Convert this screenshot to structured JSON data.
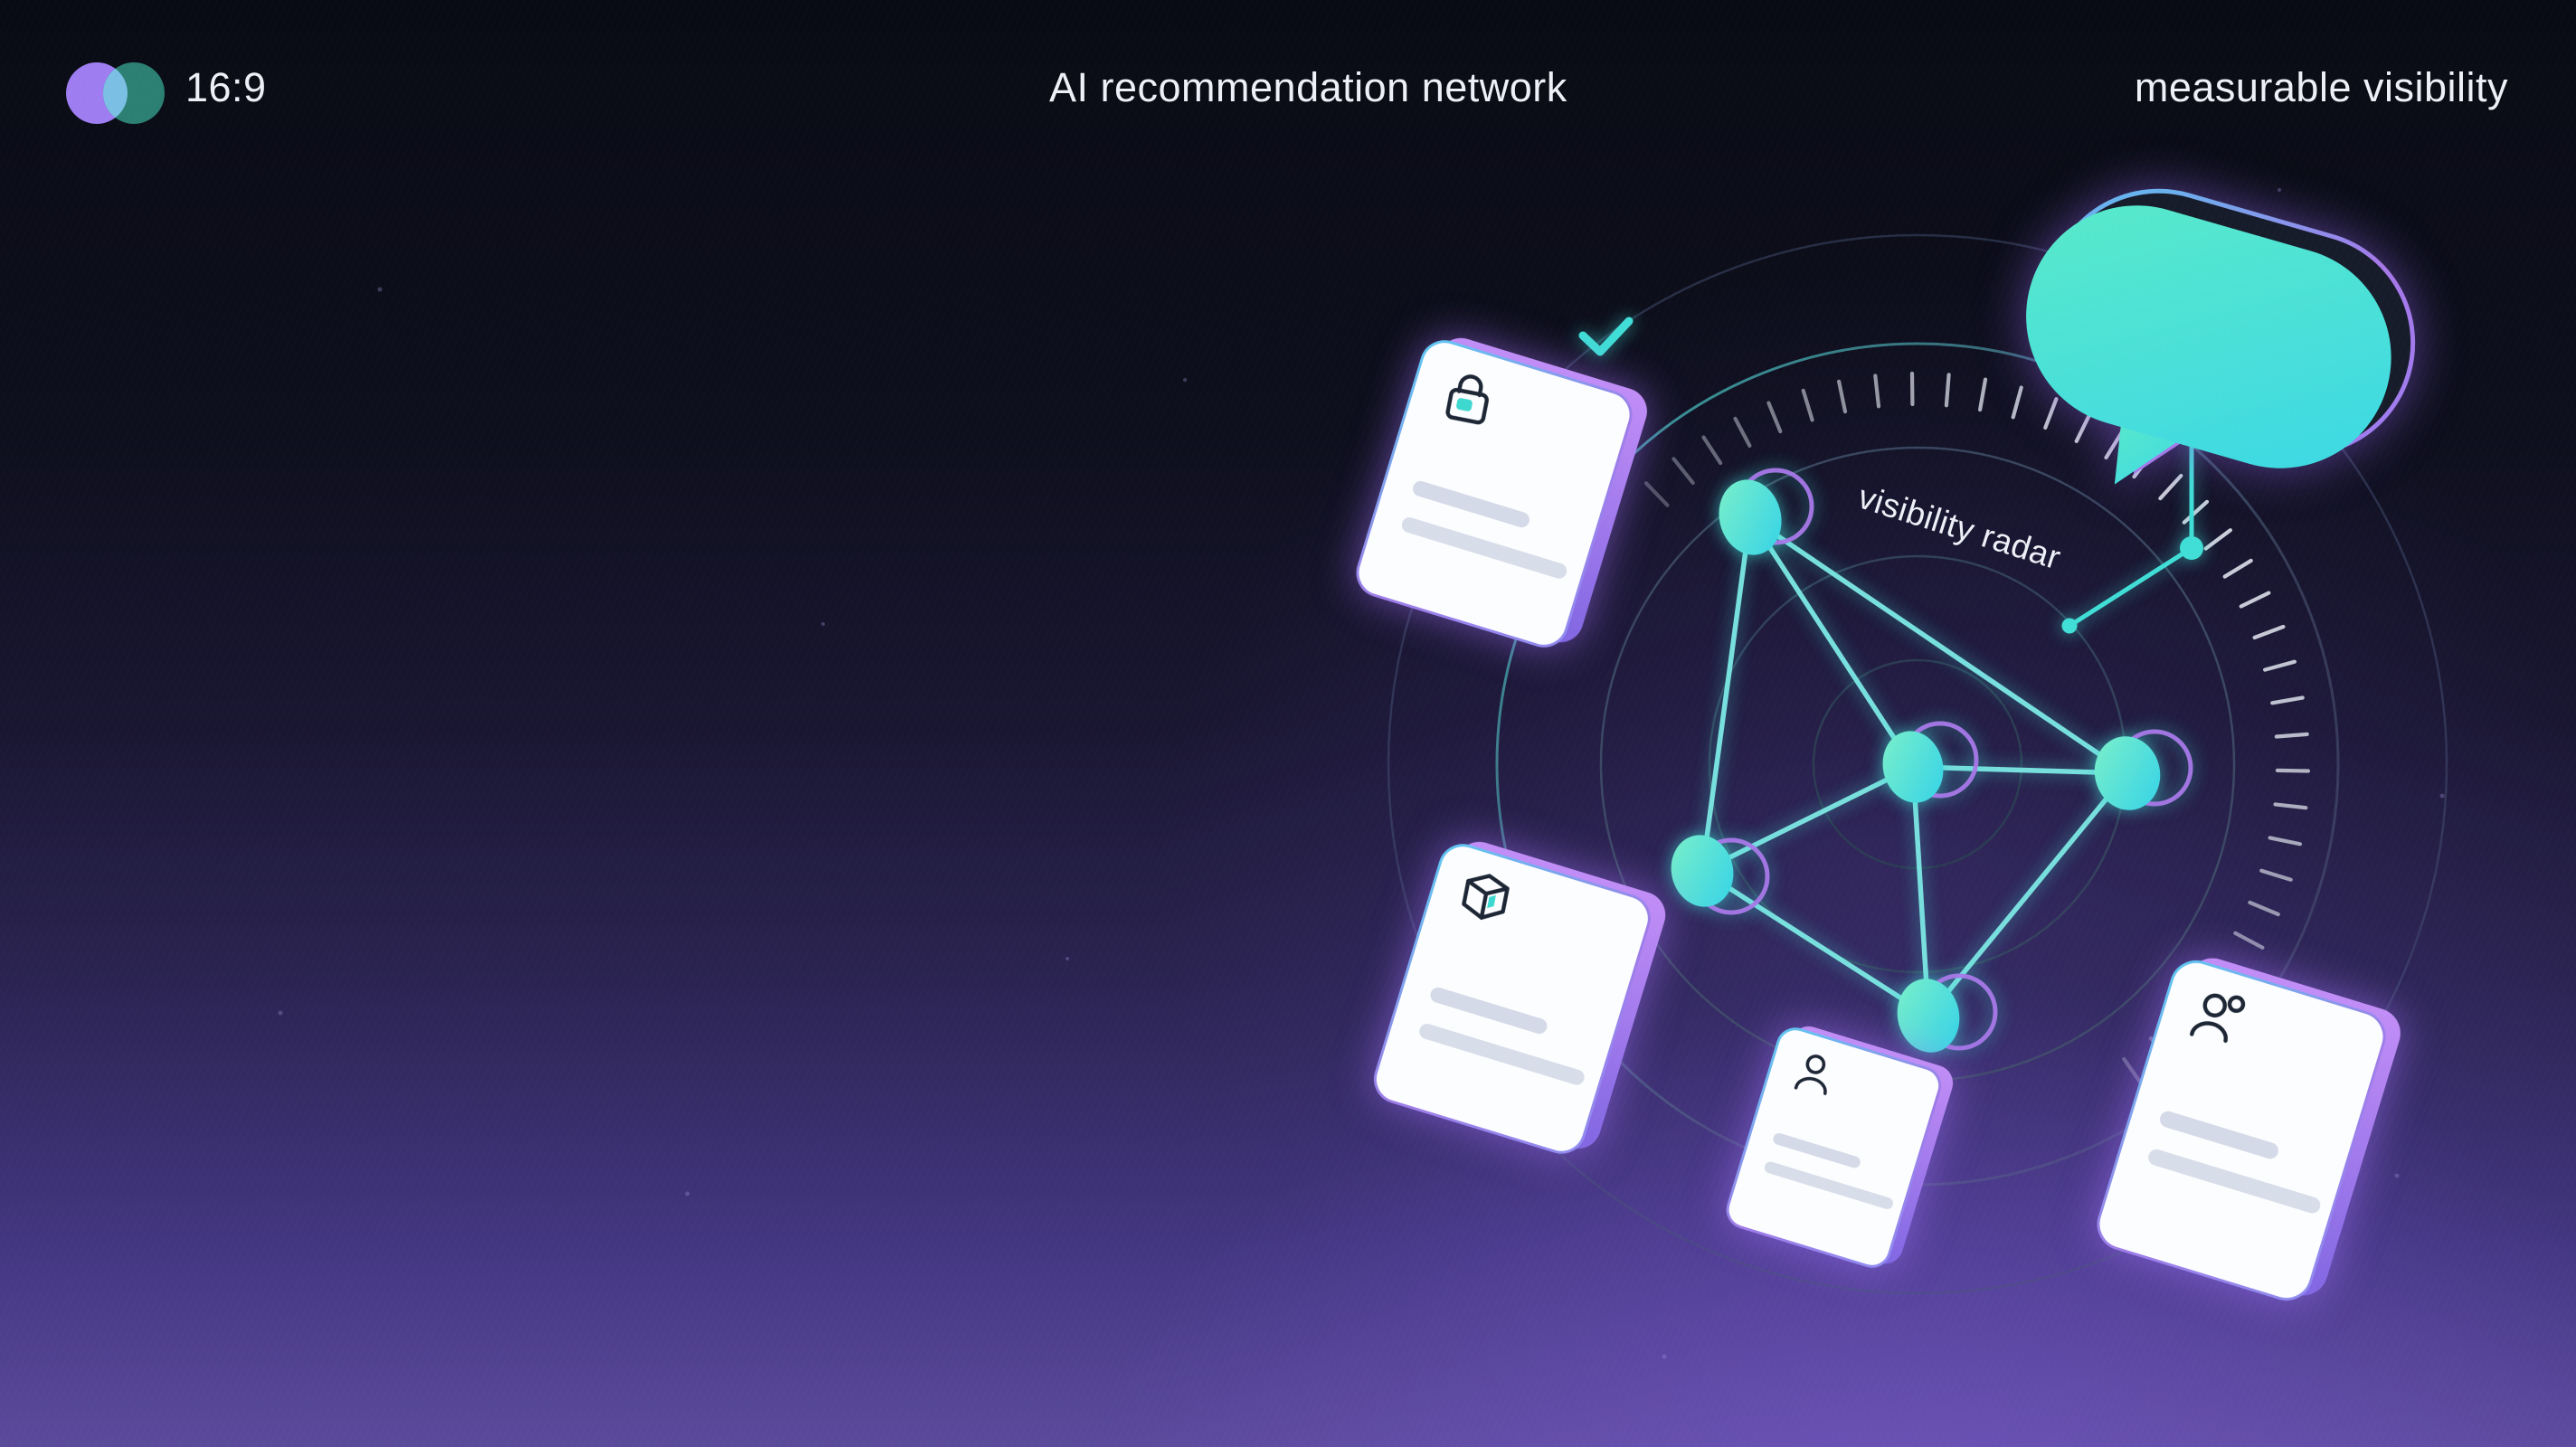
{
  "header": {
    "ratio_label": "16:9",
    "title": "AI recommendation network",
    "tagline": "measurable visibility"
  },
  "illustration": {
    "radar_label": "visibility radar",
    "icons": [
      "logo-venn-icon",
      "check-icon",
      "lock-icon",
      "package-icon",
      "user-icon",
      "user-add-icon",
      "speech-bubble-icon"
    ],
    "cards": [
      {
        "icon": "lock-icon",
        "text_lines": 2
      },
      {
        "icon": "package-icon",
        "text_lines": 2
      },
      {
        "icon": "user-icon",
        "text_lines": 2
      },
      {
        "icon": "user-add-icon",
        "text_lines": 2
      }
    ],
    "network": {
      "nodes": 5,
      "edges": 8
    }
  },
  "colors": {
    "accent_teal": "#41ded6",
    "accent_purple": "#a678e8",
    "text_white": "#edf0f7",
    "card_white": "#fcfdff",
    "line_gray": "#d4dae7",
    "logo_purple": "#9d7df0",
    "logo_green": "#2c7f73",
    "logo_overlap": "#7fc4ea",
    "bubble_teal": "#4ae0d6",
    "bg_top": "#090b14",
    "bg_bottom": "#5b4a9b"
  }
}
